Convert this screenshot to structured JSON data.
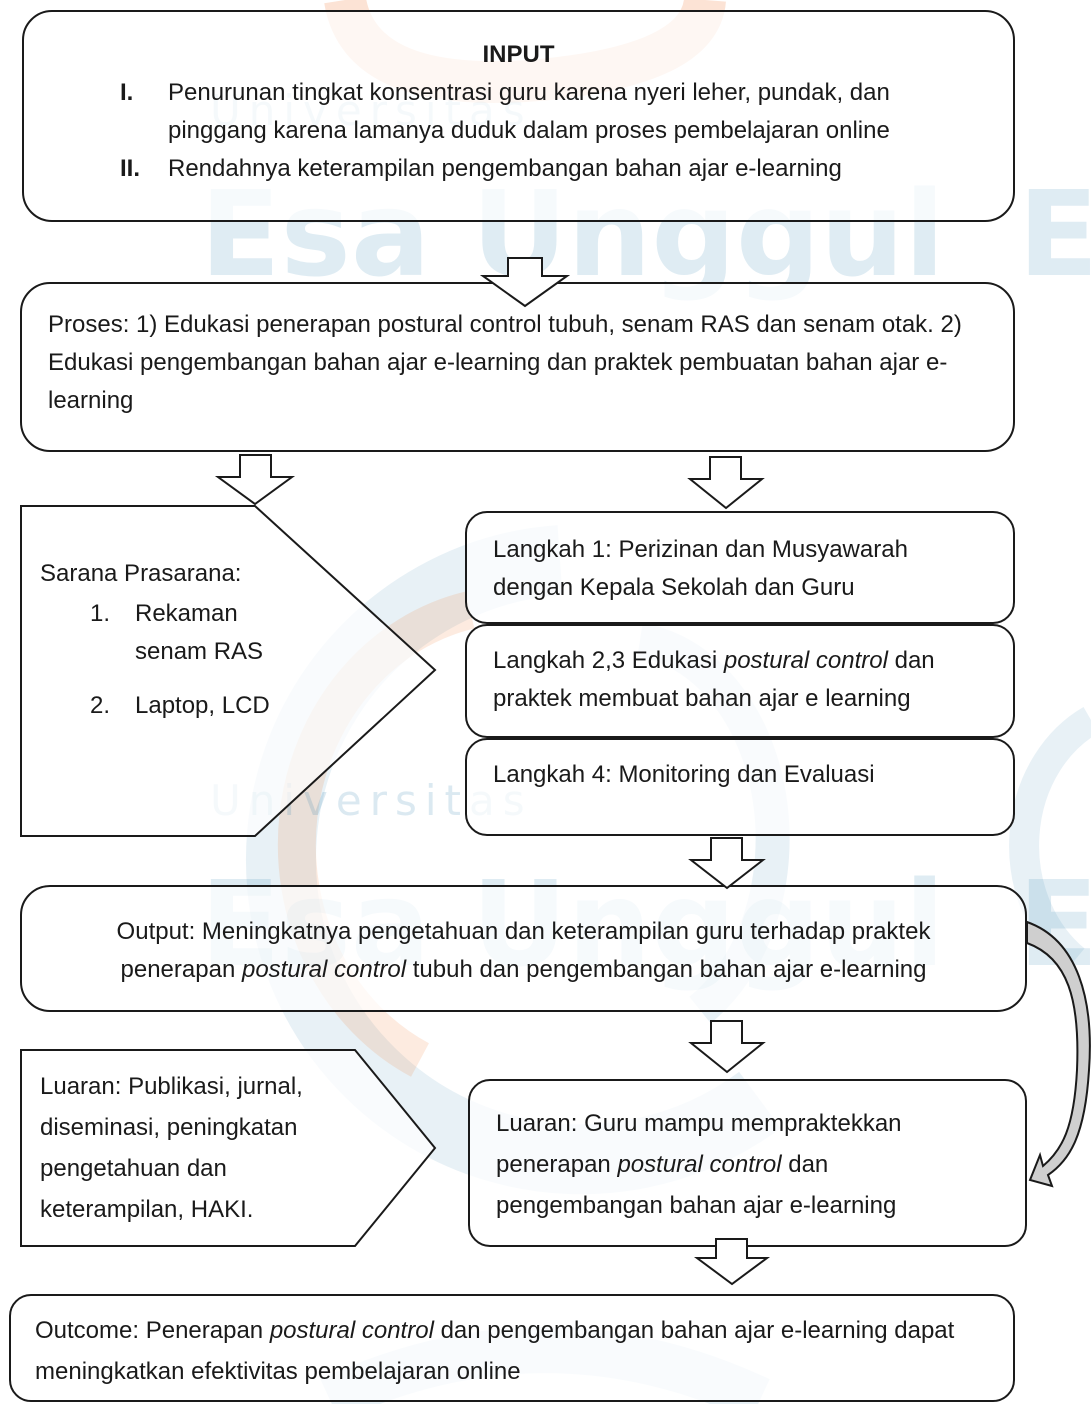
{
  "watermark": {
    "top_label": "Universitas",
    "top_brand": "Esa Unggul",
    "mid_label": "Universitas",
    "mid_brand": "Esa Unggul"
  },
  "input": {
    "title": "INPUT",
    "items": [
      {
        "num": "I.",
        "text": "Penurunan tingkat konsentrasi guru karena nyeri leher, pundak, dan pinggang karena lamanya duduk dalam proses pembelajaran online"
      },
      {
        "num": "II.",
        "text": "Rendahnya keterampilan  pengembangan bahan ajar e-learning"
      }
    ]
  },
  "proses": {
    "text": "Proses: 1) Edukasi penerapan postural  control  tubuh, senam RAS dan senam otak. 2) Edukasi pengembangan bahan ajar e-learning dan praktek pembuatan bahan ajar e-learning"
  },
  "sarana": {
    "title": "Sarana Prasarana:",
    "items": [
      {
        "num": "1.",
        "text": "Rekaman senam RAS"
      },
      {
        "num": "2.",
        "text": "Laptop, LCD"
      }
    ]
  },
  "langkah": {
    "step1": "Langkah 1: Perizinan dan Musyawarah dengan Kepala Sekolah dan Guru",
    "step23_prefix": "Langkah 2,3 Edukasi ",
    "step23_italic": "postural control",
    "step23_suffix": "  dan praktek  membuat bahan ajar e learning",
    "step4": "Langkah 4: Monitoring dan Evaluasi"
  },
  "output": {
    "line1": "Output: Meningkatnya pengetahuan dan keterampilan guru terhadap praktek",
    "line2_prefix": "penerapan ",
    "line2_italic": "postural control",
    "line2_suffix": "  tubuh dan pengembangan bahan ajar e-learning"
  },
  "luaran_left": {
    "text": "Luaran: Publikasi, jurnal, diseminasi, peningkatan pengetahuan dan keterampilan, HAKI."
  },
  "luaran_right": {
    "prefix": "Luaran: Guru mampu mempraktekkan penerapan ",
    "italic": "postural control",
    "suffix": "  dan pengembangan bahan ajar e-learning"
  },
  "outcome": {
    "prefix": "Outcome: Penerapan ",
    "italic": "postural control",
    "suffix": "  dan pengembangan bahan ajar e-learning dapat meningkatkan efektivitas pembelajaran online"
  },
  "colors": {
    "border": "#1a1a1a",
    "watermark_blue": "#1e78aa",
    "watermark_orange": "#f08040",
    "curved_arrow_fill": "#cfcfcf"
  }
}
